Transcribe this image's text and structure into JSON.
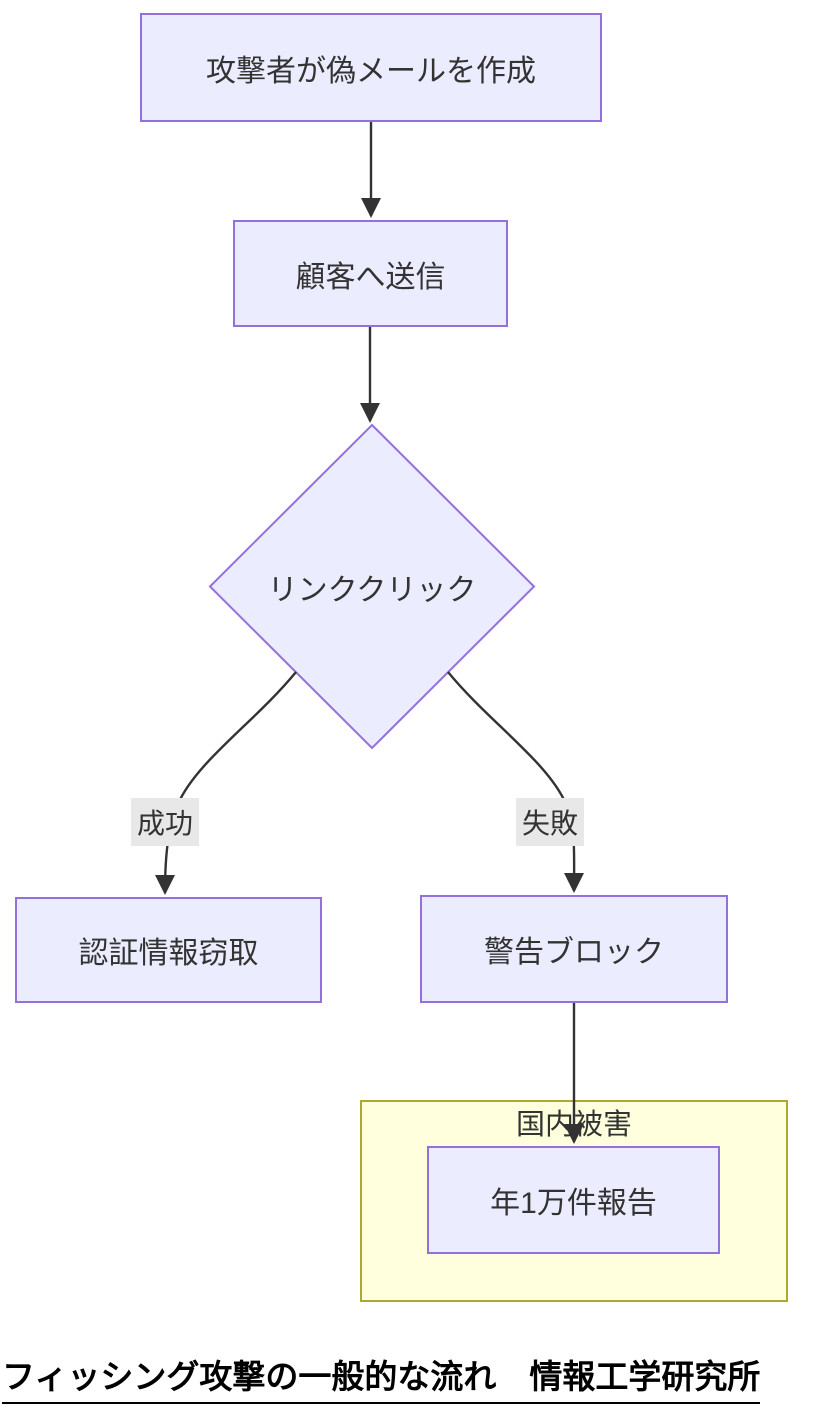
{
  "colors": {
    "background": "#ffffff",
    "node_fill": "#ECECFF",
    "node_border": "#9370DB",
    "edge": "#333333",
    "edge_label_bg": "#e8e8e8",
    "cluster_fill": "#FFFFDE",
    "cluster_border": "#AAAA33",
    "text": "#333333"
  },
  "flowchart": {
    "nodes": {
      "create_mail": {
        "label": "攻撃者が偽メールを作成",
        "shape": "rect"
      },
      "send_mail": {
        "label": "顧客へ送信",
        "shape": "rect"
      },
      "link_click": {
        "label": "リンククリック",
        "shape": "diamond"
      },
      "credential_theft": {
        "label": "認証情報窃取",
        "shape": "rect"
      },
      "warning_block": {
        "label": "警告ブロック",
        "shape": "rect"
      },
      "annual_reports": {
        "label": "年1万件報告",
        "shape": "rect"
      }
    },
    "cluster": {
      "label": "国内被害"
    },
    "edges": [
      {
        "from": "create_mail",
        "to": "send_mail",
        "label": ""
      },
      {
        "from": "send_mail",
        "to": "link_click",
        "label": ""
      },
      {
        "from": "link_click",
        "to": "credential_theft",
        "label": "成功"
      },
      {
        "from": "link_click",
        "to": "warning_block",
        "label": "失敗"
      },
      {
        "from": "warning_block",
        "to": "annual_reports",
        "label": ""
      }
    ],
    "caption": "フィッシング攻撃の一般的な流れ　情報工学研究所"
  }
}
